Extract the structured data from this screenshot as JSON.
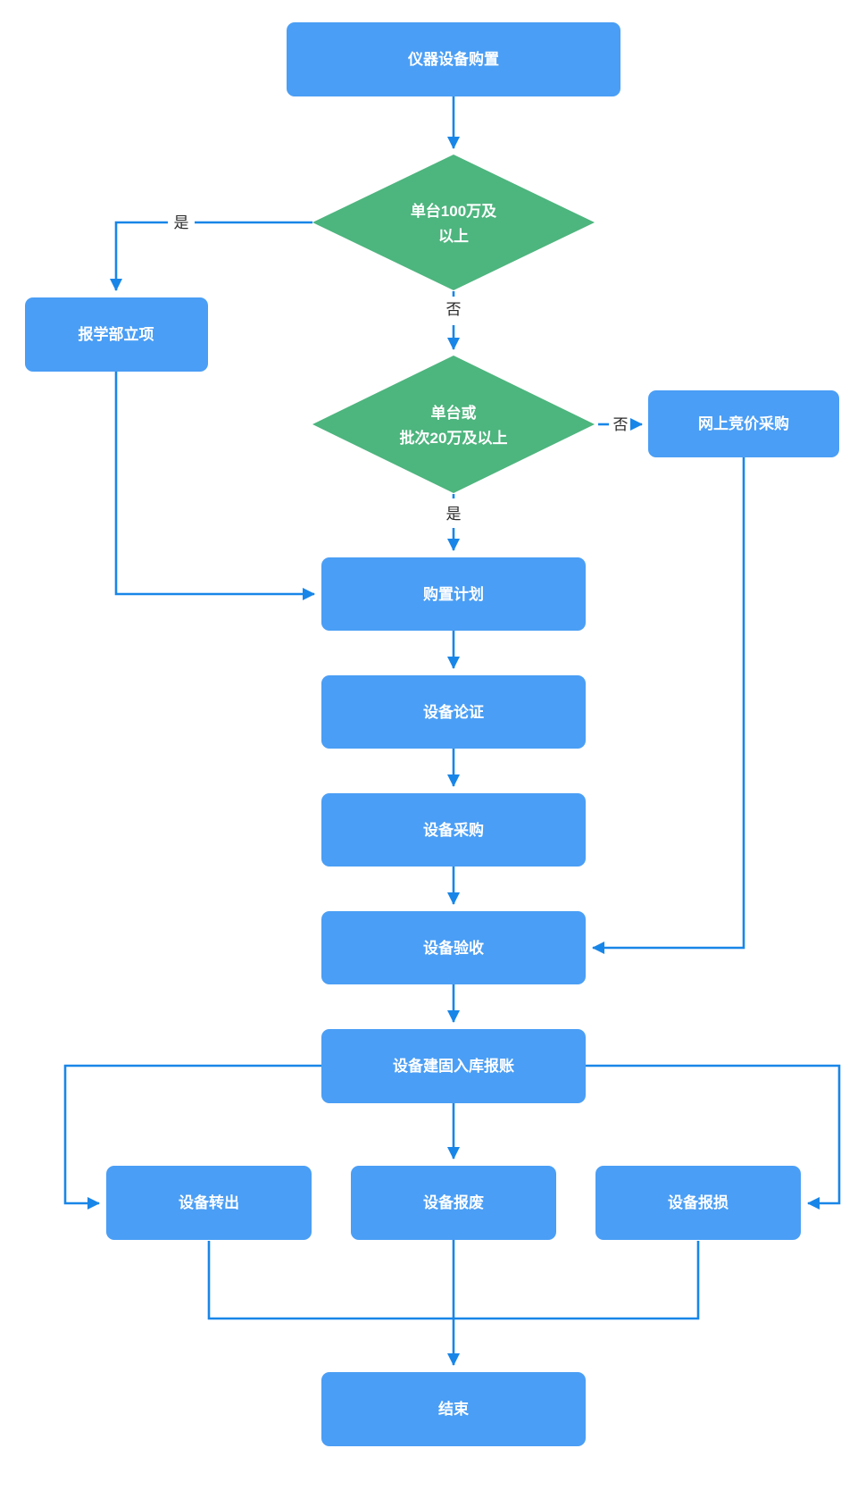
{
  "diagram": {
    "type": "flowchart",
    "colors": {
      "process_fill": "#4A9EF5",
      "decision_fill": "#4DB57E",
      "connector": "#1886E8",
      "node_text": "#FFFFFF",
      "edge_label_text": "#2B2B2B",
      "background": "#FFFFFF"
    },
    "nodes": {
      "start": {
        "label": "仪器设备购置",
        "shape": "process"
      },
      "decision1": {
        "lines": [
          "单台100万及",
          "以上"
        ],
        "shape": "decision"
      },
      "dept": {
        "label": "报学部立项",
        "shape": "process"
      },
      "decision2": {
        "lines": [
          "单台或",
          "批次20万及以上"
        ],
        "shape": "decision"
      },
      "bidding": {
        "label": "网上竞价采购",
        "shape": "process"
      },
      "plan": {
        "label": "购置计划",
        "shape": "process"
      },
      "review": {
        "label": "设备论证",
        "shape": "process"
      },
      "procure": {
        "label": "设备采购",
        "shape": "process"
      },
      "accept": {
        "label": "设备验收",
        "shape": "process"
      },
      "register": {
        "label": "设备建固入库报账",
        "shape": "process"
      },
      "transfer": {
        "label": "设备转出",
        "shape": "process"
      },
      "scrap": {
        "label": "设备报废",
        "shape": "process"
      },
      "damage": {
        "label": "设备报损",
        "shape": "process"
      },
      "end": {
        "label": "结束",
        "shape": "process"
      }
    },
    "connections": [
      {
        "from": "仪器设备购置",
        "to": "单台100万及以上",
        "label": ""
      },
      {
        "from": "单台100万及以上",
        "to": "报学部立项",
        "label": "是"
      },
      {
        "from": "单台100万及以上",
        "to": "单台或批次20万及以上",
        "label": "否"
      },
      {
        "from": "单台或批次20万及以上",
        "to": "网上竞价采购",
        "label": "否"
      },
      {
        "from": "单台或批次20万及以上",
        "to": "购置计划",
        "label": "是"
      },
      {
        "from": "报学部立项",
        "to": "购置计划",
        "label": ""
      },
      {
        "from": "网上竞价采购",
        "to": "设备验收",
        "label": ""
      },
      {
        "from": "购置计划",
        "to": "设备论证",
        "label": ""
      },
      {
        "from": "设备论证",
        "to": "设备采购",
        "label": ""
      },
      {
        "from": "设备采购",
        "to": "设备验收",
        "label": ""
      },
      {
        "from": "设备验收",
        "to": "设备建固入库报账",
        "label": ""
      },
      {
        "from": "设备建固入库报账",
        "to": "设备转出",
        "label": ""
      },
      {
        "from": "设备建固入库报账",
        "to": "设备报废",
        "label": ""
      },
      {
        "from": "设备建固入库报账",
        "to": "设备报损",
        "label": ""
      },
      {
        "from": "设备转出",
        "to": "结束",
        "label": ""
      },
      {
        "from": "设备报废",
        "to": "结束",
        "label": ""
      },
      {
        "from": "设备报损",
        "to": "结束",
        "label": ""
      }
    ]
  }
}
